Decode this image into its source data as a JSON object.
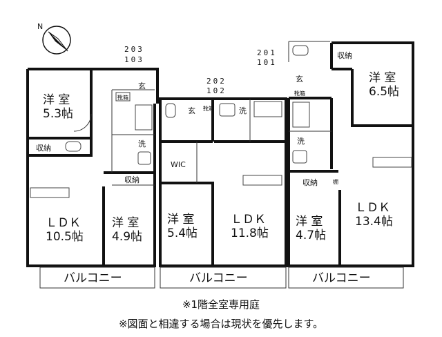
{
  "compass": {
    "label": "N"
  },
  "unit_numbers": {
    "left_top": "203",
    "left_bottom": "103",
    "mid_top": "202",
    "mid_bottom": "102",
    "right_top": "201",
    "right_bottom": "101"
  },
  "rooms": {
    "left_western": {
      "name": "洋 室",
      "size": "5.3帖"
    },
    "left_storage": "収納",
    "left_entrance": "玄",
    "left_shoebox": "靴箱",
    "left_wash": "洗",
    "left_storage2": "収納",
    "left_ldk": {
      "name": "ＬＤＫ",
      "size": "10.5帖"
    },
    "left_western2": {
      "name": "洋 室",
      "size": "4.9帖"
    },
    "mid_entrance": "玄",
    "mid_shoebox": "靴箱",
    "mid_wash": "洗",
    "mid_wic": "WIC",
    "mid_western": {
      "name": "洋 室",
      "size": "5.4帖"
    },
    "mid_ldk": {
      "name": "ＬＤＫ",
      "size": "11.8帖"
    },
    "right_entrance": "玄",
    "right_shoebox": "靴箱",
    "right_storage_top": "収納",
    "right_western_top": {
      "name": "洋 室",
      "size": "6.5帖"
    },
    "right_wash": "洗",
    "right_storage": "収納",
    "right_shelf": "棚",
    "right_western": {
      "name": "洋 室",
      "size": "4.7帖"
    },
    "right_ldk": {
      "name": "ＬＤＫ",
      "size": "13.4帖"
    }
  },
  "balconies": [
    "バルコニー",
    "バルコニー",
    "バルコニー"
  ],
  "notes": {
    "line1": "※1階全室専用庭",
    "line2": "※図面と相違する場合は現状を優先します。"
  }
}
